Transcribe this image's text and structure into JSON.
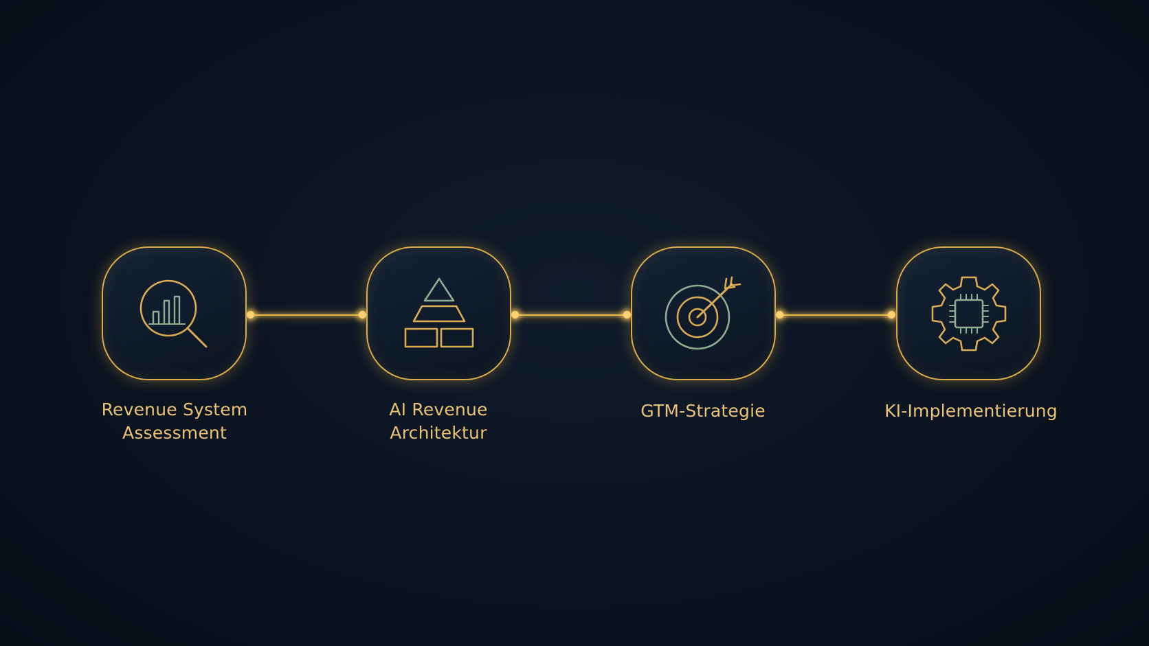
{
  "steps": [
    {
      "label_lines": [
        "Revenue System",
        "Assessment"
      ],
      "icon": "magnifier-bar-chart-icon"
    },
    {
      "label_lines": [
        "AI Revenue",
        "Architektur"
      ],
      "icon": "pyramid-blocks-icon"
    },
    {
      "label_lines": [
        "GTM-Strategie"
      ],
      "icon": "target-arrow-icon"
    },
    {
      "label_lines": [
        "KI-Implementierung"
      ],
      "icon": "gear-chip-icon"
    }
  ],
  "colors": {
    "background": "#0c1522",
    "accent_gold": "#e9b949",
    "label_text": "#e9c277",
    "icon_green": "#8fae95"
  }
}
